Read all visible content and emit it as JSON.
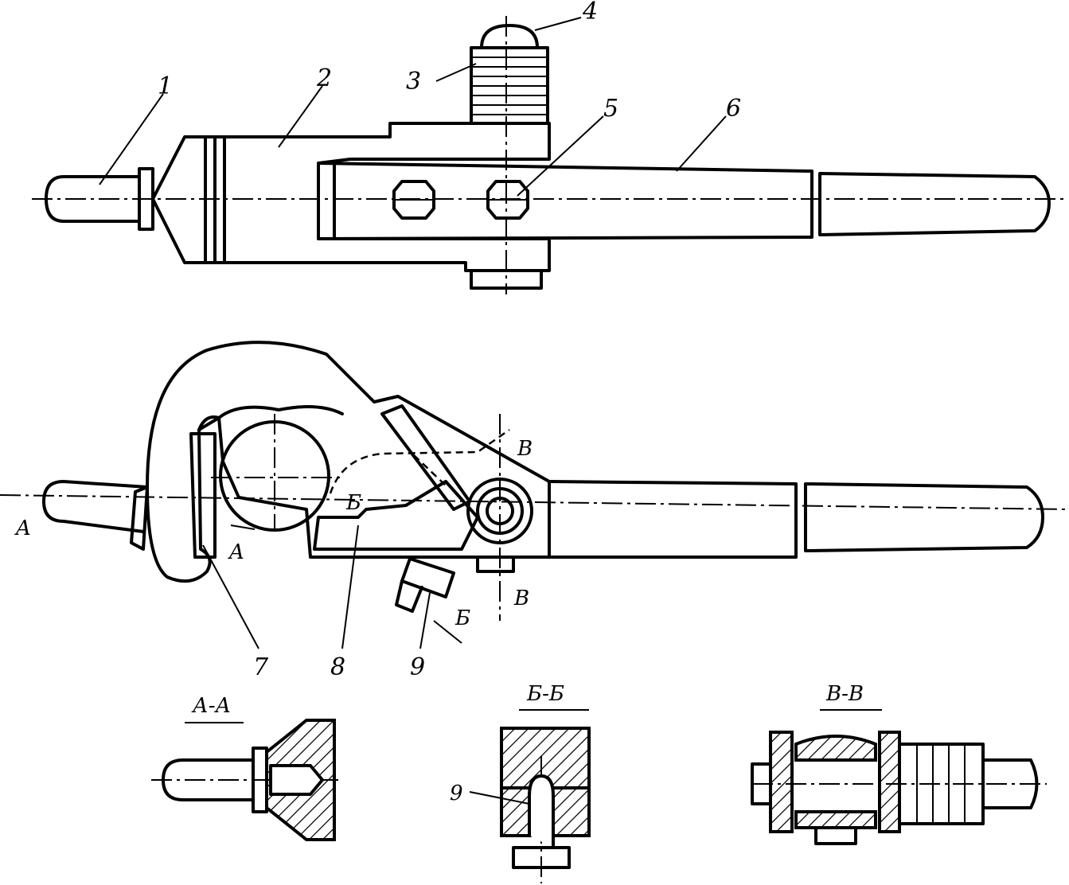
{
  "parts": {
    "p1": "1",
    "p2": "2",
    "p3": "3",
    "p4": "4",
    "p5": "5",
    "p6": "6",
    "p7": "7",
    "p8": "8",
    "p9": "9"
  },
  "section_marks": {
    "a_left": "A",
    "a_right": "A",
    "b_upper": "Б",
    "b_lower": "Б",
    "v_upper": "В",
    "v_lower": "В"
  },
  "section_titles": {
    "aa": "А-А",
    "bb": "Б-Б",
    "vv": "В-В"
  },
  "section_callouts": {
    "bb_part": "9"
  }
}
